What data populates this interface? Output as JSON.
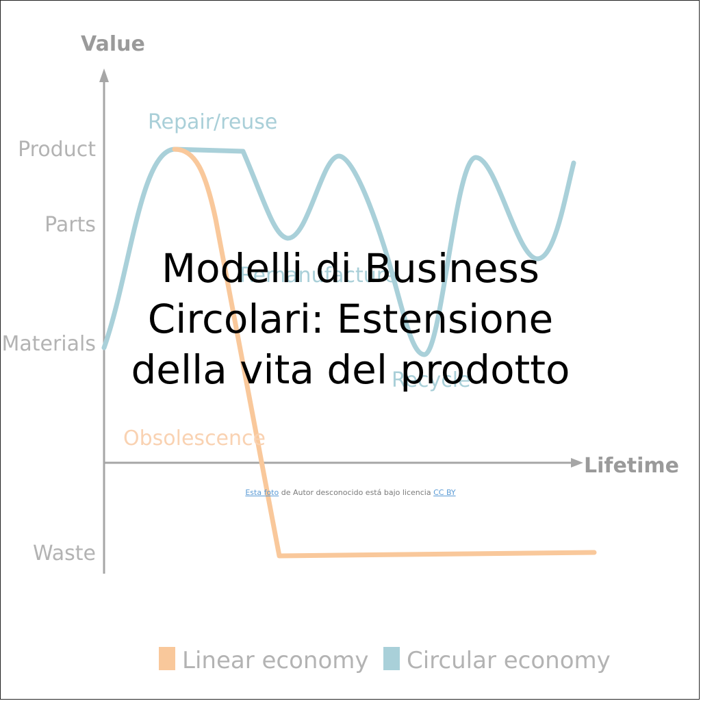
{
  "title_lines": [
    "Modelli di Business",
    "Circolari: Estensione",
    "della vita del prodotto"
  ],
  "diagram": {
    "axis_y_title": "Value",
    "axis_x_title": "Lifetime",
    "levels": [
      "Product",
      "Parts",
      "Materials",
      "Waste"
    ],
    "phase_labels": {
      "repair": "Repair/reuse",
      "remanufacture": "Remanufacture",
      "recycle": "Recycle",
      "obsolescence": "Obsolescence"
    },
    "colors": {
      "linear": "#f9c89b",
      "circular": "#a9d0d9",
      "axis": "#a6a6a6"
    }
  },
  "credit": {
    "prefix": "Esta foto",
    "middle": " de Autor desconocido está bajo licencia ",
    "license": "CC BY"
  },
  "legend": [
    "Linear economy",
    "Circular economy"
  ]
}
